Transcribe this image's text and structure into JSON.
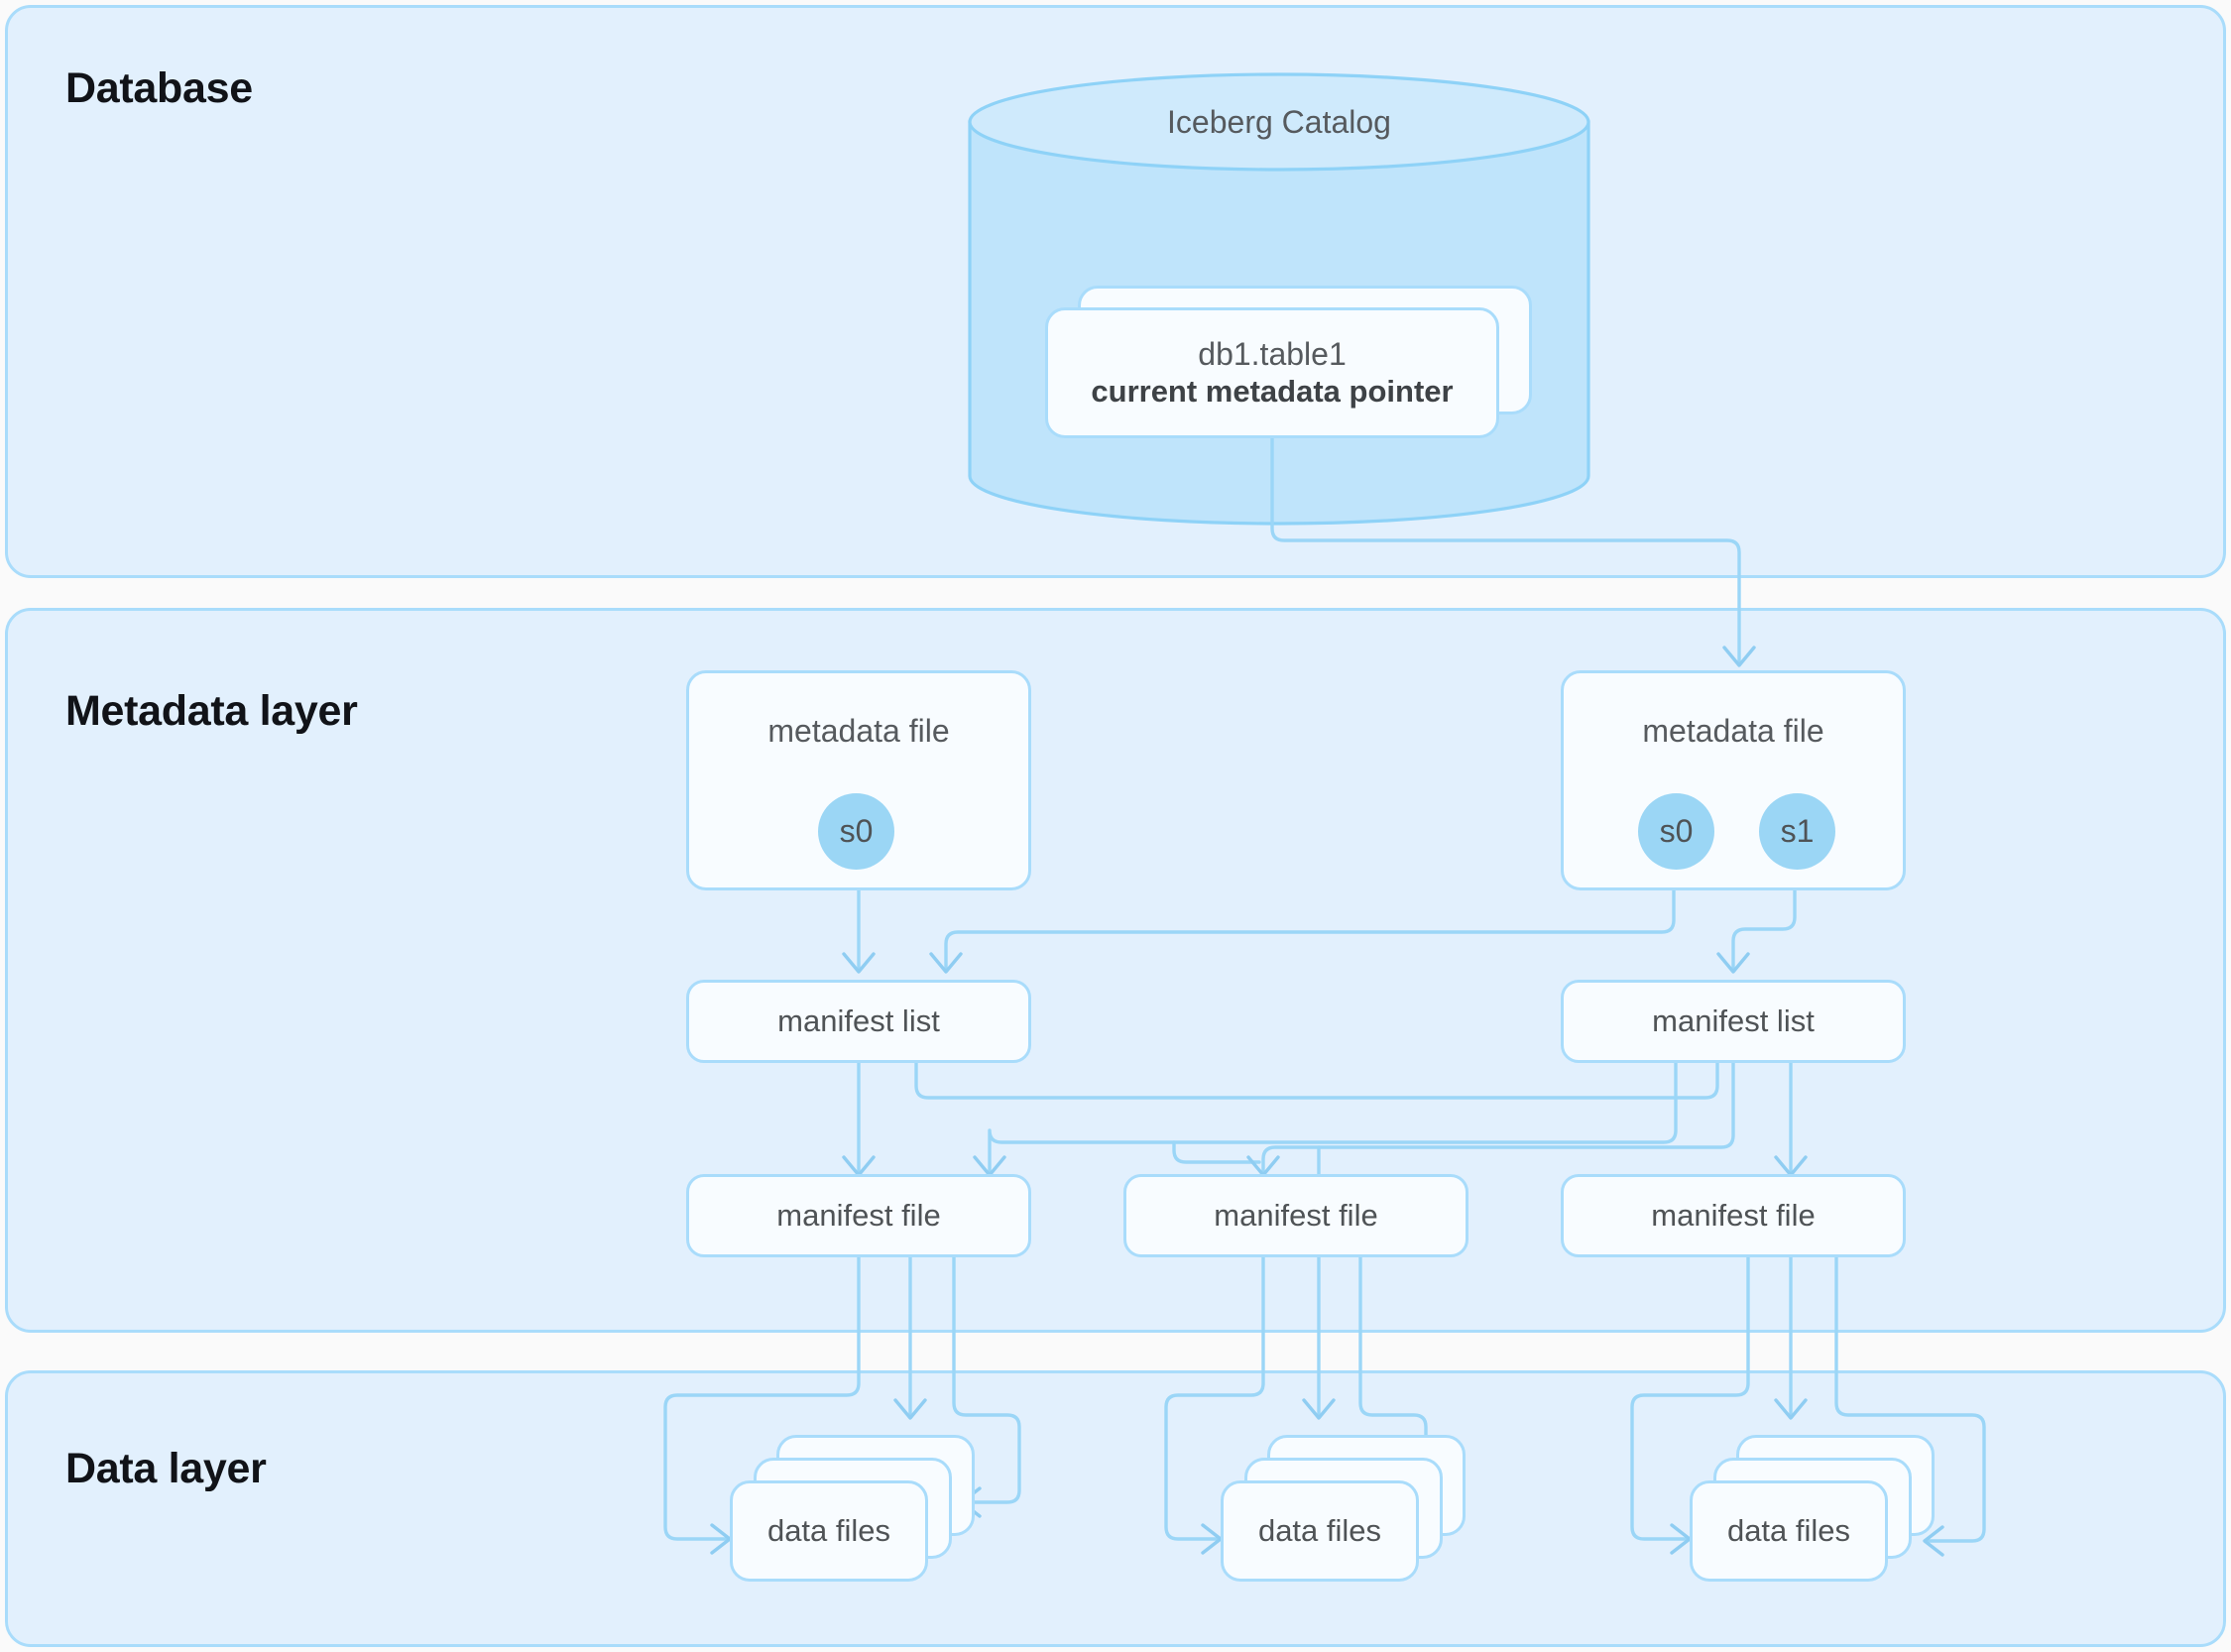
{
  "layers": [
    {
      "id": "database",
      "title": "Database"
    },
    {
      "id": "metadata",
      "title": "Metadata layer"
    },
    {
      "id": "data",
      "title": "Data layer"
    }
  ],
  "catalog": {
    "label": "Iceberg Catalog",
    "pointer_card": {
      "table_name": "db1.table1",
      "pointer_text": "current metadata pointer"
    }
  },
  "metadata_files": [
    {
      "id": "md-left",
      "label": "metadata file",
      "snapshots": [
        "s0"
      ]
    },
    {
      "id": "md-right",
      "label": "metadata file",
      "snapshots": [
        "s0",
        "s1"
      ]
    }
  ],
  "manifest_lists": [
    {
      "id": "ml-left",
      "label": "manifest list"
    },
    {
      "id": "ml-right",
      "label": "manifest list"
    }
  ],
  "manifest_files": [
    {
      "id": "mf-left",
      "label": "manifest file"
    },
    {
      "id": "mf-middle",
      "label": "manifest file"
    },
    {
      "id": "mf-right",
      "label": "manifest file"
    }
  ],
  "data_file_stacks": [
    {
      "id": "df-left",
      "label": "data files",
      "cards": 3
    },
    {
      "id": "df-middle",
      "label": "data files",
      "cards": 3
    },
    {
      "id": "df-right",
      "label": "data files",
      "cards": 3
    }
  ],
  "colors": {
    "panel_background": "#e2f0fd",
    "panel_border": "#a9dcfb",
    "node_background": "#f8fcff",
    "node_border": "#a9dcfb",
    "connector": "#9bd6f7",
    "cylinder_body": "#bfe4fb",
    "cylinder_top": "#cfeafc",
    "snapshot_circle": "#9bd6f5",
    "text_primary": "#111318",
    "text_node": "#4f5356"
  }
}
